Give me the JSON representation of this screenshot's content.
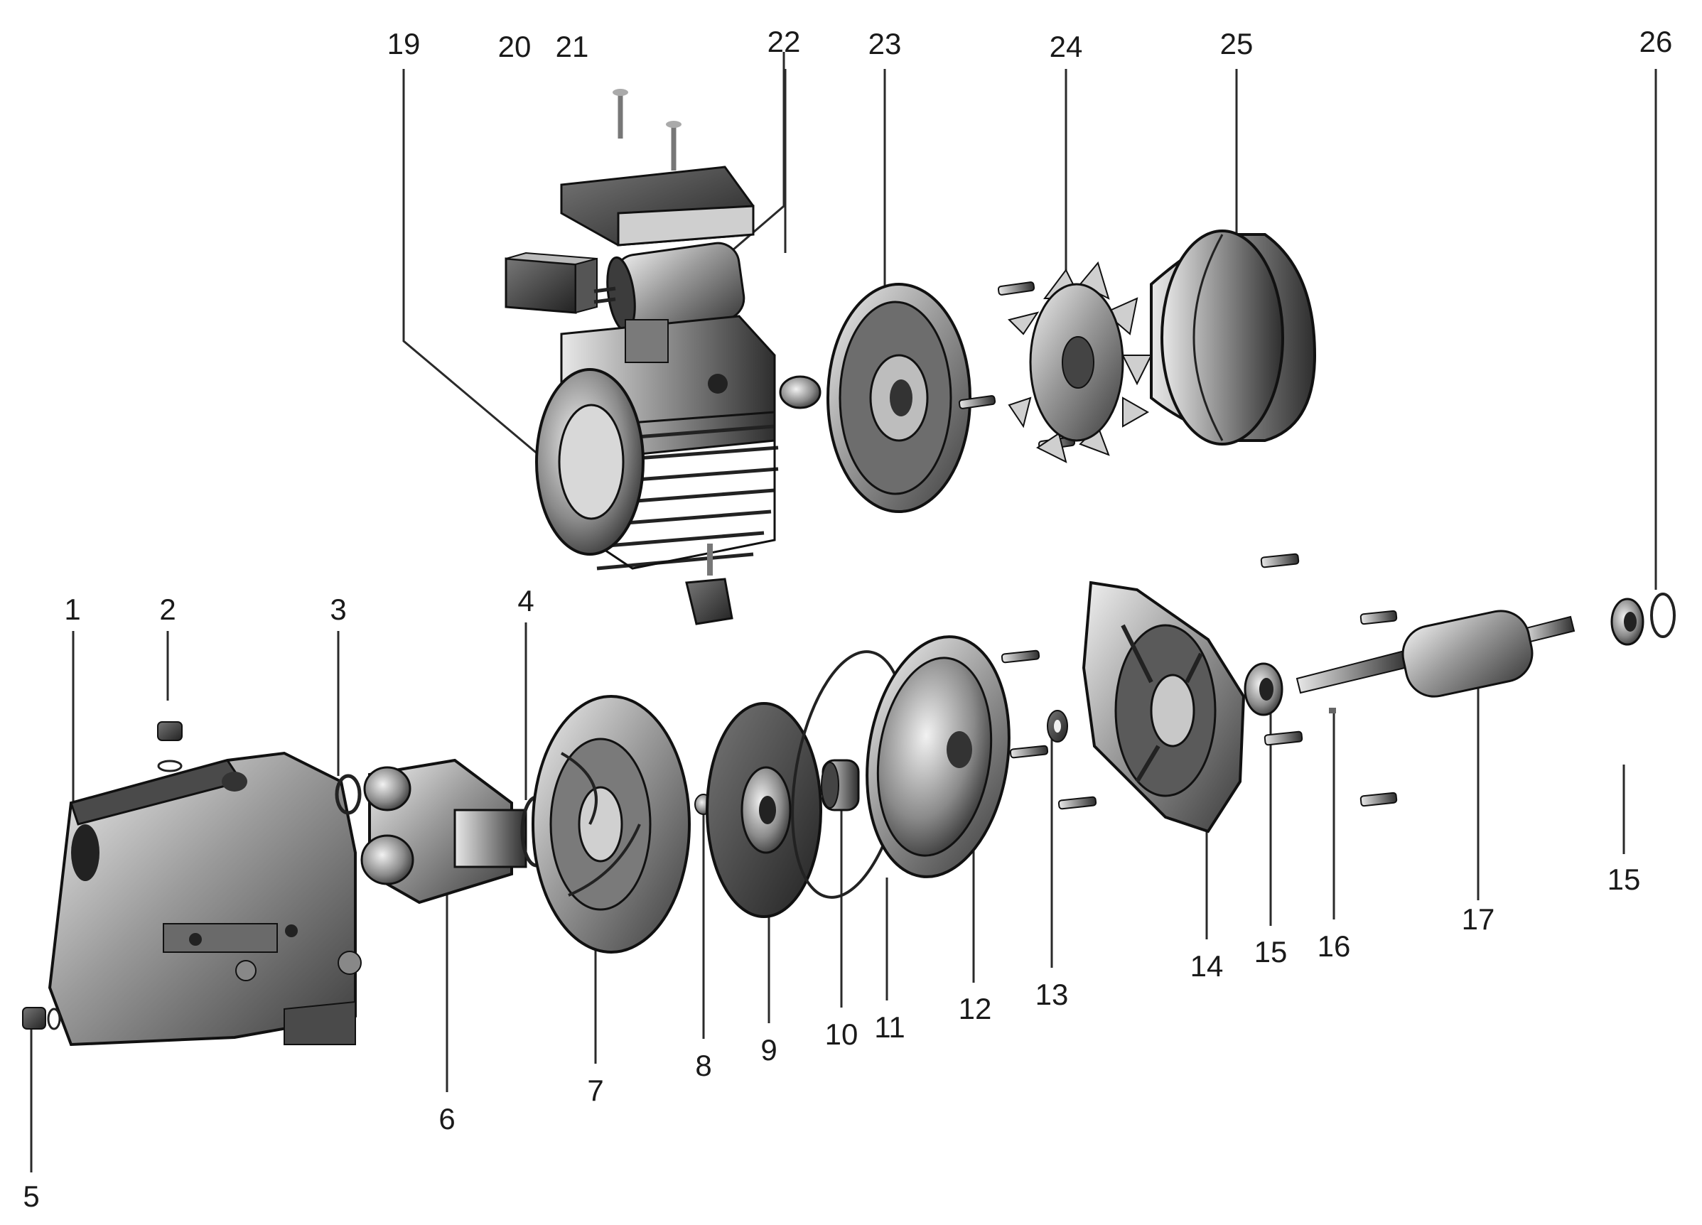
{
  "diagram": {
    "labels": {
      "p1": "1",
      "p2": "2",
      "p3": "3",
      "p4": "4",
      "p5": "5",
      "p6": "6",
      "p7": "7",
      "p8": "8",
      "p9": "9",
      "p10": "10",
      "p11": "11",
      "p12": "12",
      "p13": "13",
      "p14": "14",
      "p15a": "15",
      "p15b": "15",
      "p16": "16",
      "p17": "17",
      "p19": "19",
      "p20": "20",
      "p21": "21",
      "p22": "22",
      "p23": "23",
      "p24": "24",
      "p25": "25",
      "p26": "26"
    },
    "colors": {
      "metal_dark": "#3a3a3a",
      "metal_mid": "#8a8a8a",
      "metal_light": "#d8d8d8",
      "leader": "#2a2a2a"
    }
  }
}
